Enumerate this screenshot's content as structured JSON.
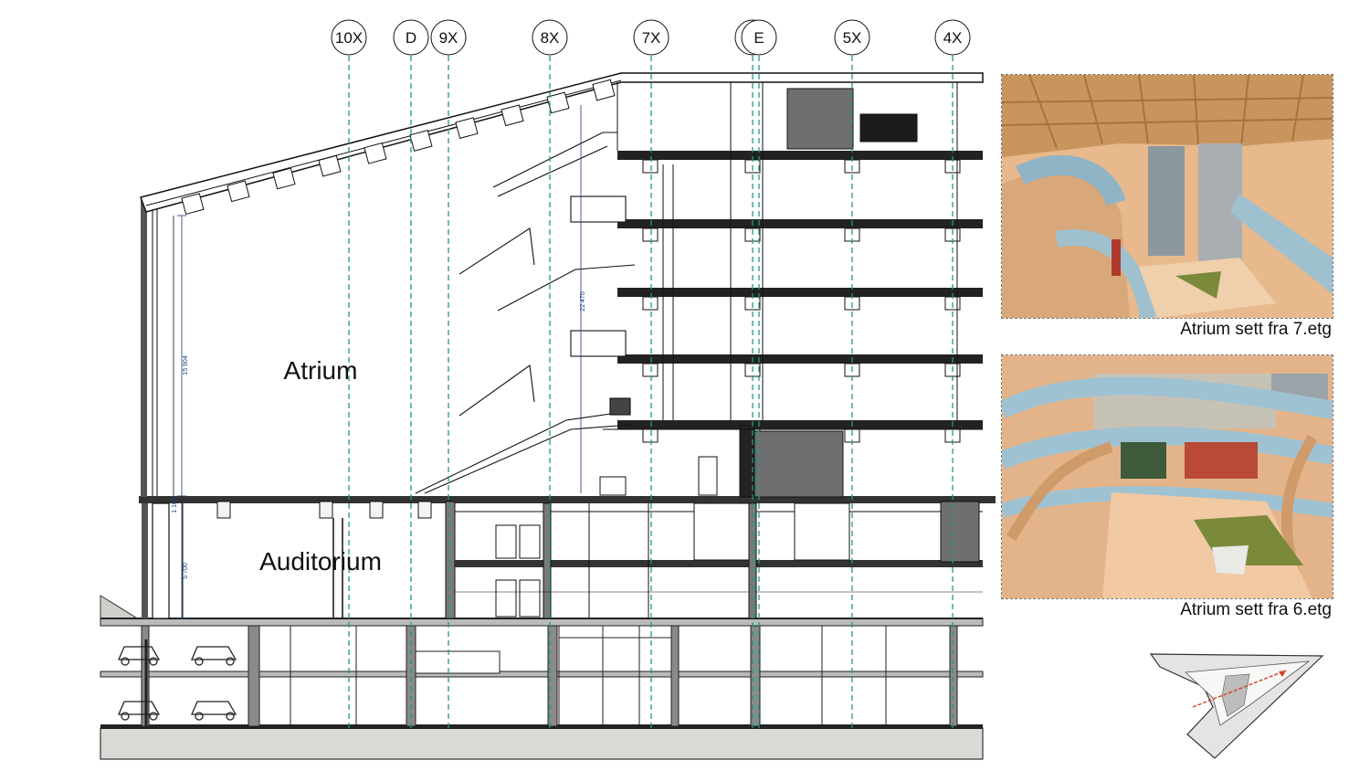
{
  "section": {
    "grid_axes": [
      {
        "id": "10x",
        "label": "10X"
      },
      {
        "id": "d",
        "label": "D"
      },
      {
        "id": "9x",
        "label": "9X"
      },
      {
        "id": "8x",
        "label": "8X"
      },
      {
        "id": "7x",
        "label": "7X"
      },
      {
        "id": "6x",
        "label": "6X"
      },
      {
        "id": "e",
        "label": "E"
      },
      {
        "id": "5x",
        "label": "5X"
      },
      {
        "id": "4x",
        "label": "4X"
      }
    ],
    "rooms": {
      "atrium": "Atrium",
      "auditorium": "Auditorium"
    },
    "dimensions": {
      "atrium_height": "15 904",
      "total_height": "22 470",
      "slab": "1 100",
      "auditorium_height": "5 700"
    },
    "colors": {
      "grid_line": "#1a9a8a",
      "structure": "#111111",
      "ground": "#d9d9d6",
      "dark_fill": "#6f6f6f"
    }
  },
  "views": [
    {
      "id": "view-7",
      "caption": "Atrium sett fra 7.etg"
    },
    {
      "id": "view-6",
      "caption": "Atrium sett fra 6.etg"
    }
  ],
  "keyplan": {
    "marker_color": "#d2402a"
  }
}
